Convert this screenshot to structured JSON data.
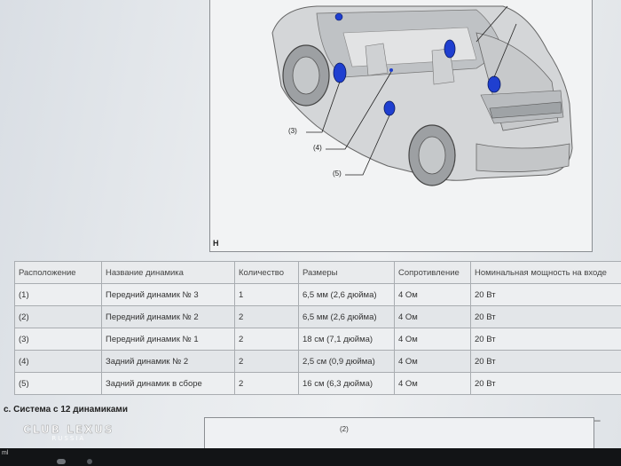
{
  "figure": {
    "letter": "H",
    "callouts": [
      "(3)",
      "(4)",
      "(5)"
    ]
  },
  "table": {
    "headers": [
      "Расположение",
      "Название динамика",
      "Количество",
      "Размеры",
      "Сопротивление",
      "Номинальная мощность на входе"
    ],
    "rows": [
      [
        "(1)",
        "Передний динамик № 3",
        "1",
        "6,5 мм (2,6 дюйма)",
        "4 Ом",
        "20 Вт"
      ],
      [
        "(2)",
        "Передний динамик № 2",
        "2",
        "6,5 мм (2,6 дюйма)",
        "4 Ом",
        "20 Вт"
      ],
      [
        "(3)",
        "Передний динамик № 1",
        "2",
        "18 см (7,1 дюйма)",
        "4 Ом",
        "20 Вт"
      ],
      [
        "(4)",
        "Задний динамик № 2",
        "2",
        "2,5 см (0,9 дюйма)",
        "4 Ом",
        "20 Вт"
      ],
      [
        "(5)",
        "Задний динамик в сборе",
        "2",
        "16 см (6,3 дюйма)",
        "4 Ом",
        "20 Вт"
      ]
    ]
  },
  "section": {
    "title": "c.  Система с 12 динамиками",
    "next_callout": "(2)"
  },
  "side_mark": "–",
  "watermark": {
    "main": "CLUB LEXUS",
    "sub": "RUSSIA"
  },
  "statusbar": {
    "text": "ml"
  },
  "colors": {
    "speaker": "#1f3fd0",
    "frame": "#8a8e92"
  }
}
